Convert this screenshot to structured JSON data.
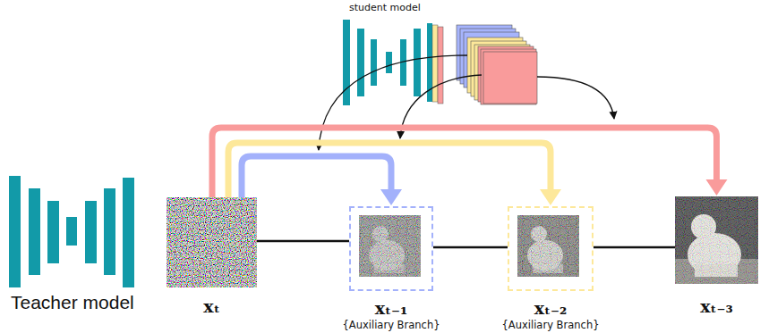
{
  "diagram": {
    "nodes": [
      {
        "text": [
          "xₜ"
        ]
      },
      {
        "text": [
          "xₜ₋₁",
          "{Auxiliary Branch}"
        ]
      },
      {
        "text": [
          "xₜ₋₂",
          "{Auxiliary Branch}"
        ]
      },
      {
        "text": [
          "xₜ₋₃"
        ]
      }
    ],
    "edges": [
      {
        "from": 0,
        "to": 1,
        "arrow": "none"
      },
      {
        "from": 1,
        "to": 2,
        "arrow": "none"
      },
      {
        "from": 2,
        "to": 3,
        "arrow": "none"
      },
      {
        "from": 0,
        "to": 1,
        "arrow": "to"
      },
      {
        "from": 0,
        "to": 2,
        "arrow": "to"
      },
      {
        "from": 0,
        "to": 3,
        "arrow": "to"
      }
    ],
    "labels": [
      "student model",
      "Teacher model"
    ]
  }
}
